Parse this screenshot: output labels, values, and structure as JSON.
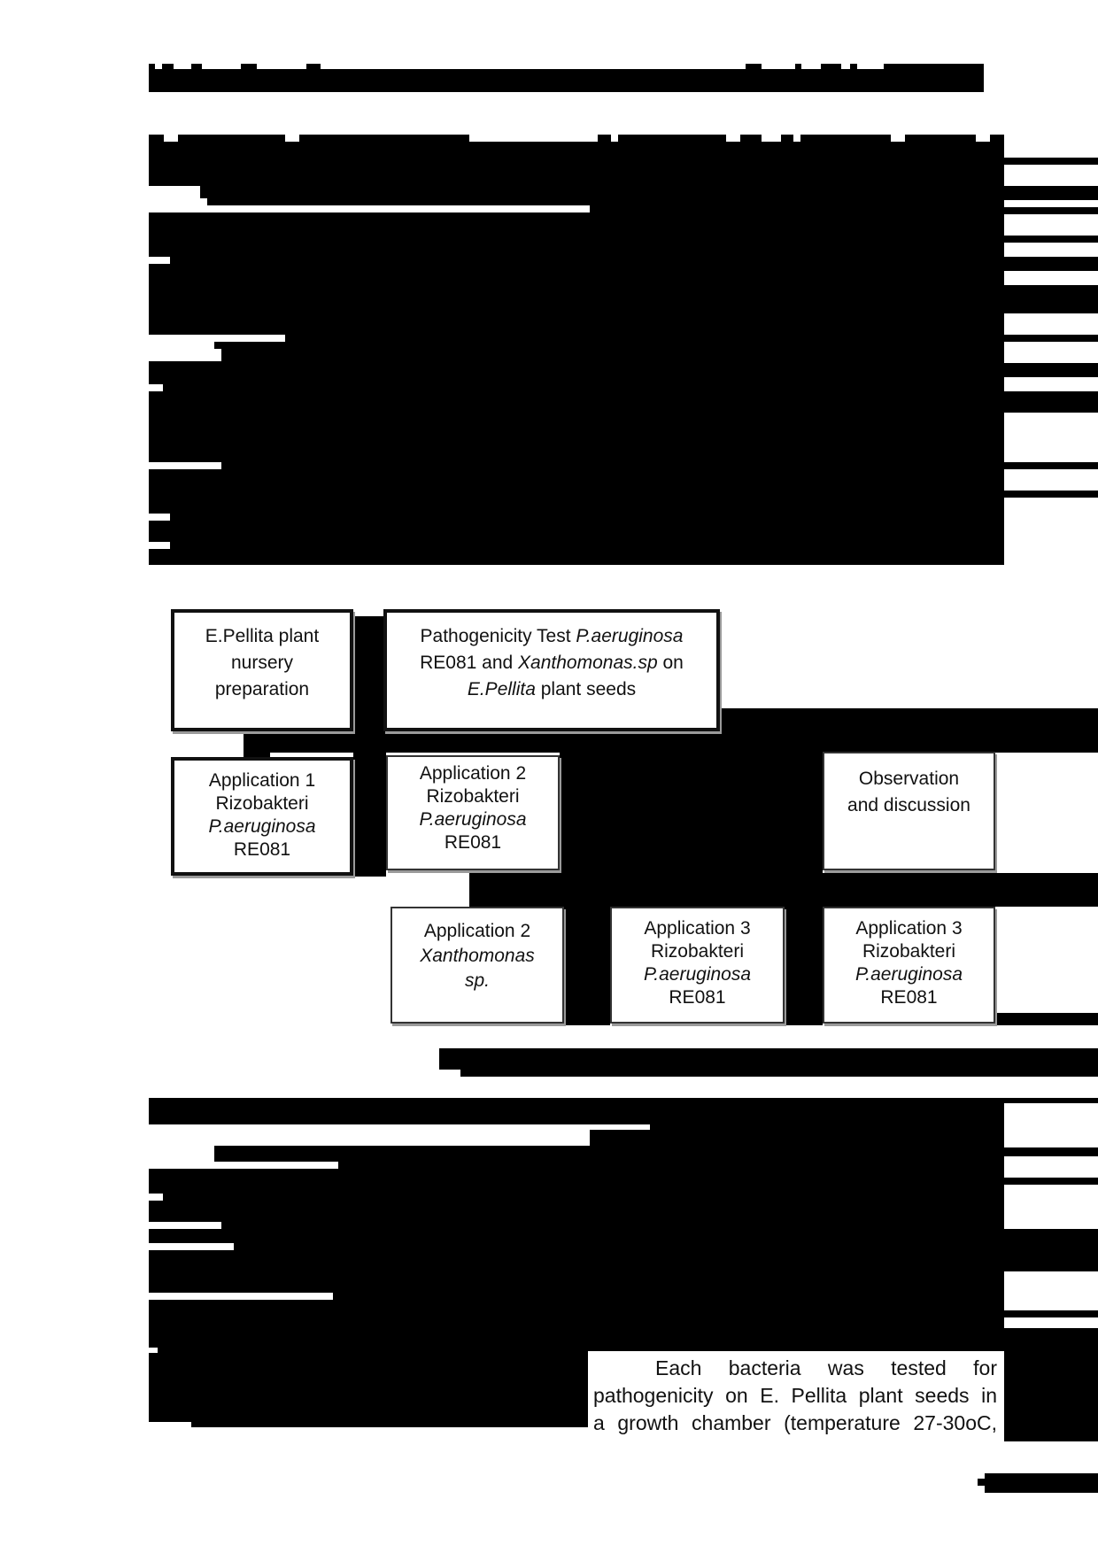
{
  "page": {
    "header_bar": "[redacted running header]",
    "body_top": "[redacted body text]",
    "figure_caption": "[redacted figure caption]",
    "body_bottom": "[redacted body text]",
    "page_number": "[redacted]"
  },
  "flowchart": {
    "nodes": [
      {
        "id": "nursery",
        "lines": [
          "E.Pellita plant",
          "nursery",
          "preparation"
        ]
      },
      {
        "id": "pathogenicity",
        "lines": [
          {
            "text": "Pathogenicity Test ",
            "italic": "P.aeruginosa"
          },
          {
            "text": "RE081 and ",
            "italic": "Xanthomonas.sp",
            "after": " on"
          },
          {
            "italic": "E.Pellita",
            "after": " plant seeds"
          }
        ]
      },
      {
        "id": "app1",
        "lines": [
          "Application 1",
          "Rizobakteri",
          "P.aeruginosa",
          "RE081"
        ]
      },
      {
        "id": "app2-rizo",
        "lines": [
          "Application 2",
          "Rizobakteri",
          "P.aeruginosa",
          "RE081"
        ]
      },
      {
        "id": "observation",
        "lines": [
          "Observation",
          "and discussion"
        ]
      },
      {
        "id": "app2-xantho",
        "lines": [
          "Application 2",
          "Xanthomonas",
          "sp."
        ]
      },
      {
        "id": "app3-rizo-a",
        "lines": [
          "Application 3",
          "Rizobakteri",
          "P.aeruginosa",
          "RE081"
        ]
      },
      {
        "id": "app3-rizo-b",
        "lines": [
          "Application 3",
          "Rizobakteri",
          "P.aeruginosa",
          "RE081"
        ]
      }
    ],
    "labels": {
      "n1_l1": "E.Pellita plant",
      "n1_l2": "nursery",
      "n1_l3": "preparation",
      "n2_l1a": "Pathogenicity Test ",
      "n2_l1b": "P.aeruginosa",
      "n2_l2a": "RE081 and ",
      "n2_l2b": "Xanthomonas.sp",
      "n2_l2c": " on",
      "n2_l3a": "E.Pellita",
      "n2_l3b": " plant seeds",
      "app1_l1": "Application 1",
      "app1_l2": "Rizobakteri",
      "app1_l3": "P.aeruginosa",
      "app1_l4": "RE081",
      "app2r_l1": "Application 2",
      "app2r_l2": "Rizobakteri",
      "app2r_l3": "P.aeruginosa",
      "app2r_l4": "RE081",
      "obs_l1": "Observation",
      "obs_l2": "and discussion",
      "app2x_l1": "Application 2",
      "app2x_l2": "Xanthomonas",
      "app2x_l3": "sp.",
      "app3a_l1": "Application 3",
      "app3a_l2": "Rizobakteri",
      "app3a_l3": "P.aeruginosa",
      "app3a_l4": "RE081",
      "app3b_l1": "Application 3",
      "app3b_l2": "Rizobakteri",
      "app3b_l3": "P.aeruginosa",
      "app3b_l4": "RE081"
    }
  },
  "visible_paragraph": {
    "line1": "Each bacteria was tested for",
    "line2": "pathogenicity on E. Pellita plant seeds in",
    "line3": "a growth chamber (temperature 27-30oC,"
  }
}
